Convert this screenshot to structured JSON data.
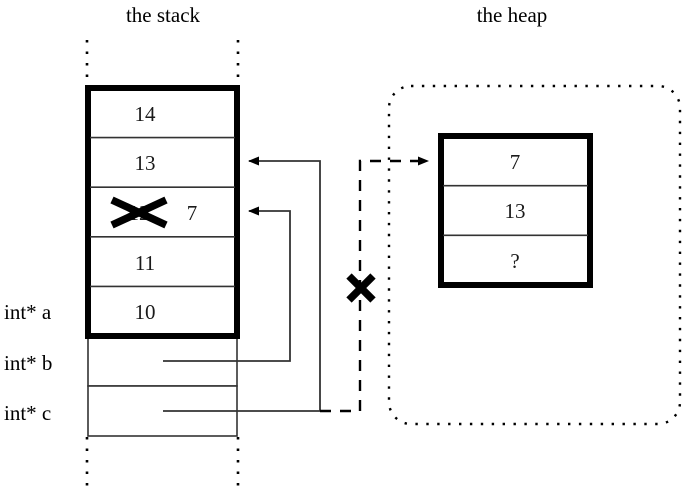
{
  "diagram": {
    "title_stack": "the stack",
    "title_heap": "the heap"
  },
  "stack": {
    "cells": [
      {
        "value": "14",
        "struck": false,
        "extra": ""
      },
      {
        "value": "13",
        "struck": false,
        "extra": ""
      },
      {
        "value": "12",
        "struck": true,
        "extra": "7"
      },
      {
        "value": "11",
        "struck": false,
        "extra": ""
      },
      {
        "value": "10",
        "struck": false,
        "extra": ""
      }
    ],
    "pointer_rows": [
      {
        "label": "int* b",
        "value": ""
      },
      {
        "label": "int* c",
        "value": ""
      }
    ],
    "labels": {
      "a": "int* a",
      "b": "int* b",
      "c": "int* c"
    }
  },
  "heap": {
    "cells": [
      {
        "value": "7"
      },
      {
        "value": "13"
      },
      {
        "value": "?"
      }
    ]
  },
  "markers": {
    "cross_stack_cell": "x-strike",
    "cross_dangling_pointer": "x-mark"
  },
  "colors": {
    "stroke": "#000000",
    "thin_stroke": "#333333",
    "background": "#ffffff"
  }
}
